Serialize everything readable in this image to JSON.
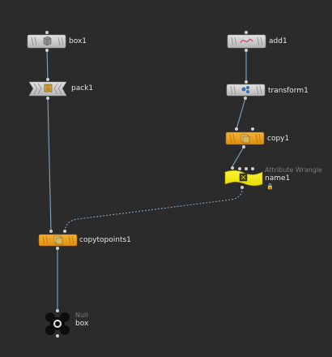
{
  "network": {
    "nodes": {
      "box1": {
        "name": "box1",
        "type_icon": "box-icon"
      },
      "pack1": {
        "name": "pack1",
        "type_icon": "pack-icon"
      },
      "add1": {
        "name": "add1",
        "type_icon": "add-curve-icon"
      },
      "transform1": {
        "name": "transform1",
        "type_icon": "transform-icon"
      },
      "copy1": {
        "name": "copy1",
        "type_icon": "copy-icon"
      },
      "name1": {
        "name": "name1",
        "type_label": "Attribute Wrangle",
        "type_icon": "wrangle-icon",
        "lock_glyph": "🔒"
      },
      "copytopoints1": {
        "name": "copytopoints1",
        "type_icon": "copy-icon"
      },
      "box_null": {
        "name": "box",
        "type_label": "Null",
        "type_icon": "null-icon"
      }
    },
    "colors": {
      "background": "#2b2b2b",
      "node_gray": "#cfcfcf",
      "node_orange": "#f0a020",
      "node_yellow": "#f5ec10",
      "wire": "#7fa4c8",
      "null_black": "#0d0d0d"
    }
  }
}
